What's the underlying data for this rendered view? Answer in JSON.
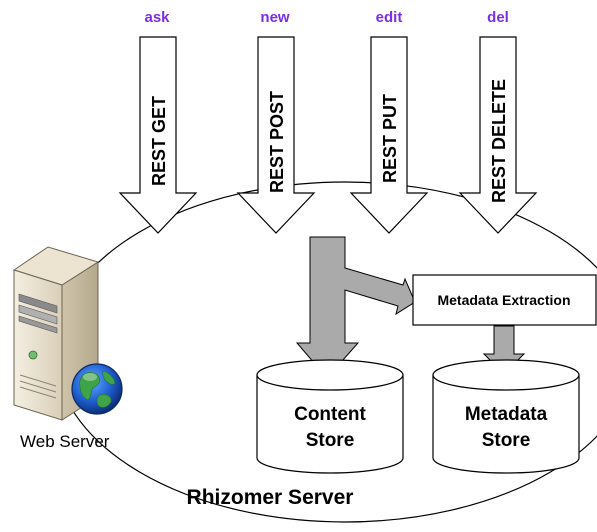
{
  "commands": [
    {
      "label": "ask",
      "method": "REST GET"
    },
    {
      "label": "new",
      "method": "REST POST"
    },
    {
      "label": "edit",
      "method": "REST PUT"
    },
    {
      "label": "del",
      "method": "REST DELETE"
    }
  ],
  "metadata_extraction": {
    "label": "Metadata Extraction"
  },
  "content_store": {
    "line1": "Content",
    "line2": "Store"
  },
  "metadata_store": {
    "line1": "Metadata",
    "line2": "Store"
  },
  "web_server": {
    "label": "Web Server"
  },
  "rhizomer_server": {
    "label": "Rhizomer Server"
  },
  "colors": {
    "command_label": "#7b2ee6",
    "arrow_fill": "#ffffff",
    "flow_arrow": "#aaaaaa"
  }
}
